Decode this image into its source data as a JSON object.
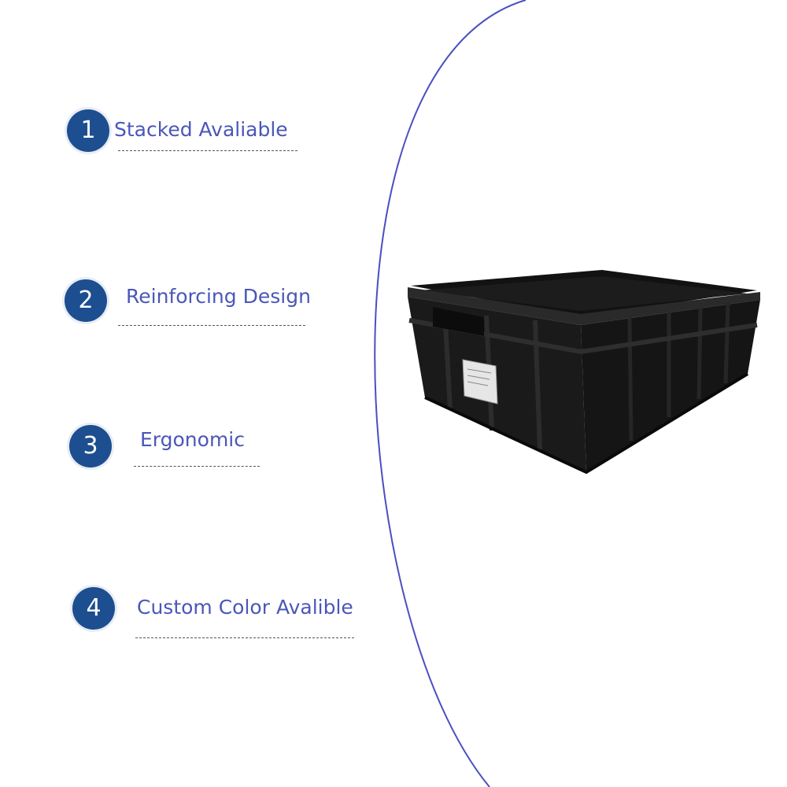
{
  "features": [
    {
      "number": "1",
      "label": "Stacked Avaliable"
    },
    {
      "number": "2",
      "label": "Reinforcing Design"
    },
    {
      "number": "3",
      "label": "Ergonomic"
    },
    {
      "number": "4",
      "label": "Custom Color Avalible"
    }
  ],
  "colors": {
    "badge": "#1d4e8f",
    "label": "#4a57b8",
    "divider_arc": "#4a4fc0",
    "crate": "#1b1b1b"
  },
  "product": {
    "icon": "black-plastic-crate-illustration"
  }
}
